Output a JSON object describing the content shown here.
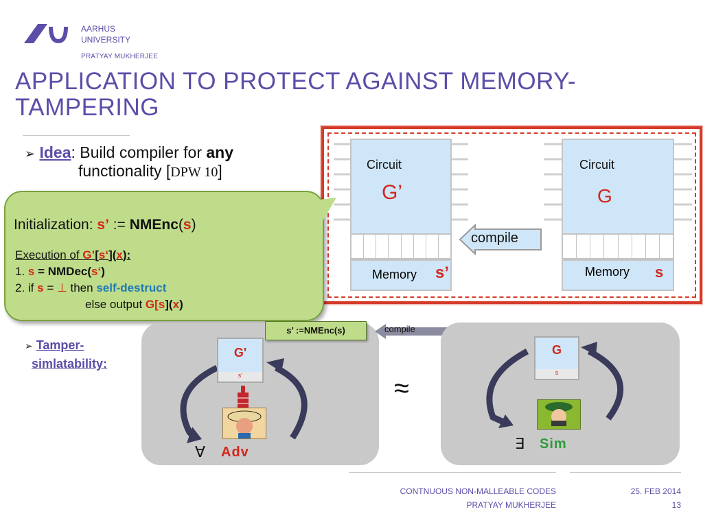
{
  "header": {
    "university_line1": "AARHUS",
    "university_line2": "UNIVERSITY",
    "author": "PRATYAY MUKHERJEE"
  },
  "title": {
    "line1": "APPLICATION TO PROTECT AGAINST MEMORY-",
    "line2": "TAMPERING"
  },
  "bullet_idea": {
    "label": "Idea",
    "text_a": ": Build compiler for ",
    "bold": "any",
    "text_b": "functionality [",
    "cite": "DPW 10",
    "text_c": "]"
  },
  "bullet_tamper": {
    "label_line1": "Tamper-",
    "label_line2": "simlatability",
    "colon": ":"
  },
  "diagram": {
    "left_circuit_label": "Circuit",
    "left_circuit_name": "G’",
    "right_circuit_label": "Circuit",
    "right_circuit_name": "G",
    "compile_label": "compile",
    "left_memory_label": "Memory",
    "left_memory_value": "s’",
    "right_memory_label": "Memory",
    "right_memory_value": "s"
  },
  "callout": {
    "init_label": "Initialization: ",
    "init_var": "s’",
    "init_assign": " :=  ",
    "init_func": "NMEnc",
    "init_arg": "s",
    "exec_label": "Execution of ",
    "exec_g": "G’",
    "exec_s": "s‘",
    "exec_x": "x",
    "step1_prefix": "1. ",
    "step1_s": "s",
    "step1_eq": " = NMDec(",
    "step1_arg": "s‘",
    "step1_close": ")",
    "step2_prefix": "2. if ",
    "step2_s": "s",
    "step2_eq": " = ",
    "step2_bot": "⊥",
    "step2_then": "  then ",
    "step2_action": "self-destruct",
    "step3_else": "else  output ",
    "step3_g": "G[",
    "step3_s": "s",
    "step3_mid": "](",
    "step3_x": "x",
    "step3_close": ")"
  },
  "lower": {
    "nmenc_box": "s’ :=NMEnc(s)",
    "compile_label": "compile",
    "left_chip": "G'",
    "left_mem": "s’",
    "right_chip": "G",
    "right_mem": "s",
    "approx": "≈",
    "forall": "∀",
    "adv": "Adv",
    "exists": "∃",
    "sim": "Sim"
  },
  "footer": {
    "talk_title": "CONTNUOUS NON-MALLEABLE CODES",
    "author": "PRATYAY MUKHERJEE",
    "date": "25. FEB 2014",
    "page": "13"
  },
  "colors": {
    "brand_purple": "#5b4ea8",
    "accent_red": "#d2261b",
    "callout_green": "#bfdc8a",
    "chip_blue": "#cfe6f8",
    "panel_gray": "#c9c9c9"
  }
}
